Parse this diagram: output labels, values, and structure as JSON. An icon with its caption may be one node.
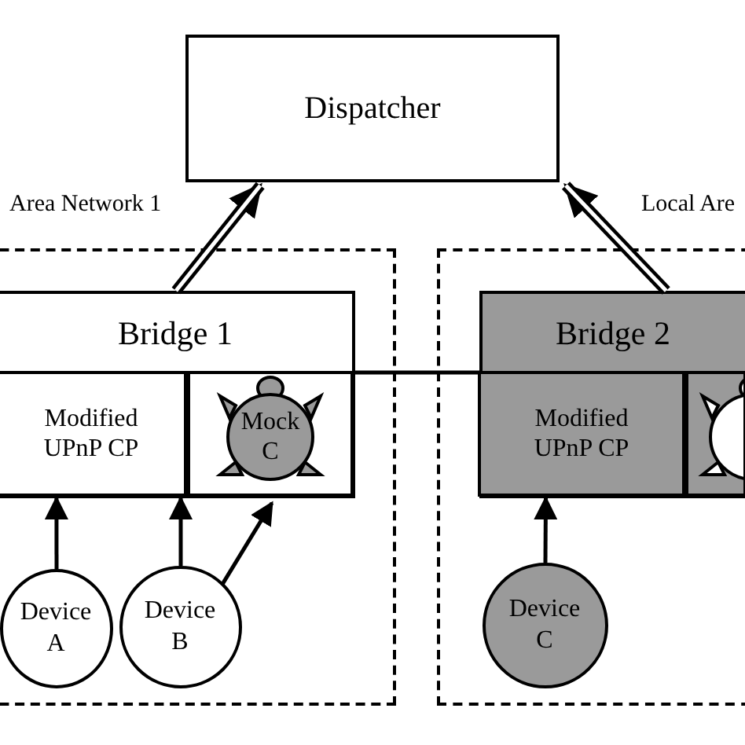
{
  "diagram": {
    "nodes": [
      {
        "text": [
          "Dispatcher"
        ]
      },
      {
        "text": [
          "Area Network 1"
        ]
      },
      {
        "text": [
          "Local Are"
        ]
      },
      {
        "text": [
          "Bridge 1"
        ],
        "in": 1
      },
      {
        "text": [
          "Modified UPnP CP"
        ],
        "in": 3
      },
      {
        "text": [
          "Mock C"
        ],
        "in": 3
      },
      {
        "text": [
          "Bridge 2"
        ],
        "in": 2
      },
      {
        "text": [
          "Modified UPnP CP"
        ],
        "in": 6
      },
      {
        "text": [],
        "shape": "box",
        "in": 6
      },
      {
        "text": [
          "Device A"
        ],
        "in": 1
      },
      {
        "text": [
          "Device B"
        ],
        "in": 1
      },
      {
        "text": [
          "Device C"
        ],
        "in": 2
      }
    ],
    "edges": [
      {
        "from": 3,
        "to": 0,
        "arrow": "to",
        "style": "thick"
      },
      {
        "from": 6,
        "to": 0,
        "arrow": "to",
        "style": "thick"
      },
      {
        "from": 3,
        "to": 6,
        "arrow": "none"
      },
      {
        "from": 9,
        "to": 4,
        "arrow": "to"
      },
      {
        "from": 10,
        "to": 4,
        "arrow": "to"
      },
      {
        "from": 10,
        "to": 5,
        "arrow": "to"
      },
      {
        "from": 11,
        "to": 7,
        "arrow": "to"
      }
    ]
  }
}
